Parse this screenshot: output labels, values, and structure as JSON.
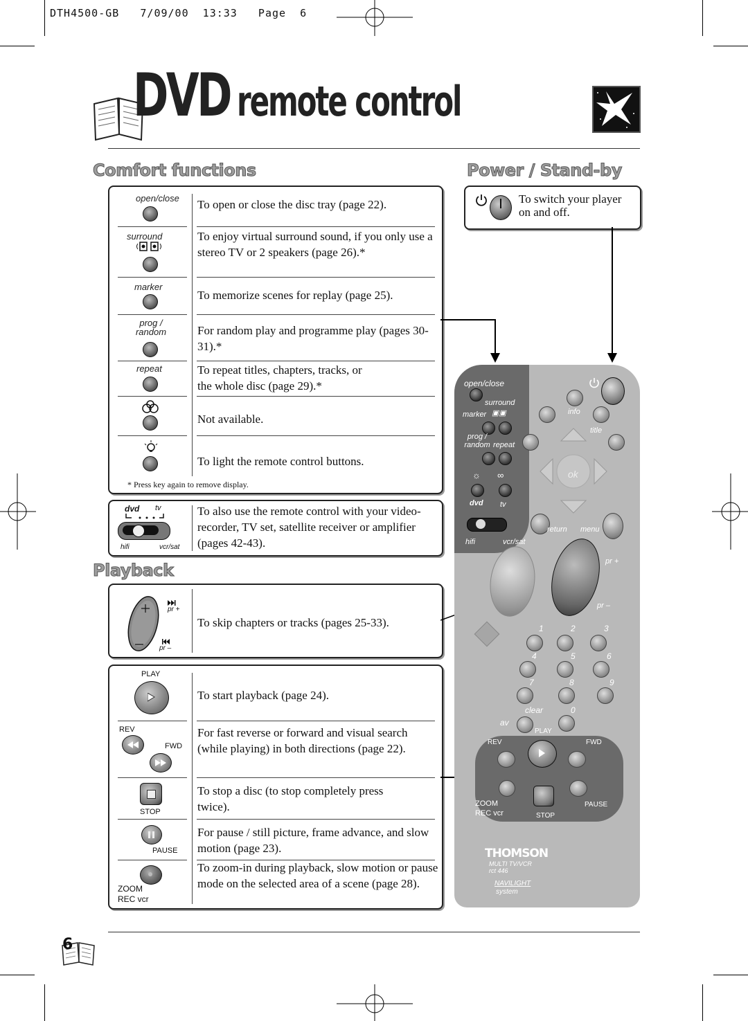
{
  "header": {
    "line": "DTH4500-GB   7/09/00  13:33   Page  6"
  },
  "title": {
    "dvd": "DVD",
    "rest": "remote control"
  },
  "sections": {
    "comfort": "Comfort functions",
    "power": "Power / Stand-by",
    "playback": "Playback"
  },
  "comfort_rows": [
    {
      "label": "open/close",
      "desc": "To open or close the disc tray (page 22)."
    },
    {
      "label": "surround",
      "desc": "To enjoy virtual surround sound, if you only use a stereo TV or 2 speakers (page 26).*"
    },
    {
      "label": "marker",
      "desc": "To memorize scenes for replay (page 25)."
    },
    {
      "label": "prog / random",
      "desc": "For random play and programme play (pages 30-31).*"
    },
    {
      "label": "repeat",
      "desc": "To repeat titles, chapters, tracks, or the whole disc (page 29).*"
    },
    {
      "label": "",
      "desc": "Not available."
    },
    {
      "label": "",
      "desc": "To light the remote control buttons."
    }
  ],
  "comfort_note": "* Press key again to remove display.",
  "switch_box": {
    "dvd": "dvd",
    "tv": "tv",
    "hifi": "hifi",
    "vcrsat": "vcr/sat",
    "desc": "To also use the remote control with your video-recorder, TV set, satellite receiver  or amplifier  (pages 42-43)."
  },
  "power_box": {
    "desc": "To switch your player on and off."
  },
  "skip_box": {
    "pr_plus": "pr +",
    "pr_minus": "pr –",
    "desc": "To skip chapters or tracks (pages 25-33)."
  },
  "playback_rows": [
    {
      "label": "PLAY",
      "desc": "To start playback (page 24)."
    },
    {
      "label_a": "REV",
      "label_b": "FWD",
      "desc": "For fast reverse or forward and visual search (while playing) in both directions (page 22)."
    },
    {
      "label": "STOP",
      "desc": "To stop a disc (to stop completely press twice)."
    },
    {
      "label": "PAUSE",
      "desc": "For pause / still picture, frame advance, and slow motion (page 23)."
    },
    {
      "label_a": "ZOOM",
      "label_b": "REC vcr",
      "desc": "To zoom-in during playback, slow motion or pause mode on the selected area of a scene (page 28)."
    }
  ],
  "remote": {
    "open_close": "open/close",
    "surround": "surround",
    "marker": "marker",
    "info": "info",
    "prog_random": "prog / random",
    "repeat": "repeat",
    "title": "title",
    "ok": "ok",
    "dvd": "dvd",
    "tv": "tv",
    "hifi": "hifi",
    "vcrsat": "vcr/sat",
    "return": "return",
    "menu": "menu",
    "pr_plus": "pr +",
    "pr_minus": "pr –",
    "digits": [
      "1",
      "2",
      "3",
      "4",
      "5",
      "6",
      "7",
      "8",
      "9"
    ],
    "zero": "0",
    "clear": "clear",
    "av": "av",
    "play": "PLAY",
    "rev": "REV",
    "fwd": "FWD",
    "zoom": "ZOOM",
    "rec_vcr": "REC vcr",
    "stop": "STOP",
    "pause": "PAUSE",
    "brand": "THOMSON",
    "model_1": "MULTI TV/VCR",
    "model_2": "rct 446",
    "navilight": "NAVILIGHT",
    "system": "system"
  },
  "page_number": "6"
}
